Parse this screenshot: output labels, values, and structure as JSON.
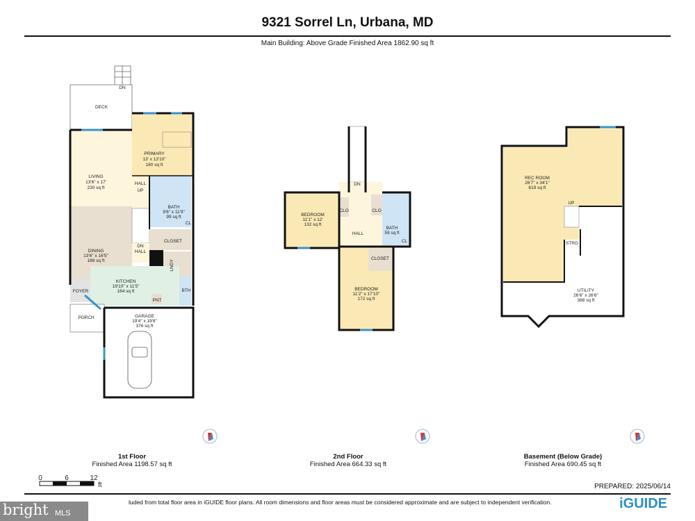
{
  "header": {
    "title": "9321 Sorrel Ln, Urbana, MD",
    "subtitle": "Main Building: Above Grade Finished Area 1862.90 sq ft"
  },
  "floors": [
    {
      "name": "1st Floor",
      "area": "Finished Area 1198.57 sq ft",
      "rooms": [
        {
          "name": "DECK"
        },
        {
          "name": "DN"
        },
        {
          "name": "PRIMARY",
          "dims": "13' x 13'10\"",
          "area": "180 sq ft"
        },
        {
          "name": "LIVING",
          "dims": "13'6\" x 17'",
          "area": "230 sq ft"
        },
        {
          "name": "HALL"
        },
        {
          "name": "UP"
        },
        {
          "name": "BATH",
          "dims": "9'6\" x 11'9\"",
          "area": "99 sq ft"
        },
        {
          "name": "CL"
        },
        {
          "name": "CLOSET"
        },
        {
          "name": "DN"
        },
        {
          "name": "HALL"
        },
        {
          "name": "DINING",
          "dims": "13'6\" x 16'5\"",
          "area": "188 sq ft"
        },
        {
          "name": "LNDY"
        },
        {
          "name": "KITCHEN",
          "dims": "19'10\" x 11'5\"",
          "area": "164 sq ft"
        },
        {
          "name": "BTH"
        },
        {
          "name": "FOYER"
        },
        {
          "name": "PNT"
        },
        {
          "name": "PORCH"
        },
        {
          "name": "GARAGE",
          "dims": "19'4\" x 19'8\"",
          "area": "376 sq ft"
        }
      ]
    },
    {
      "name": "2nd Floor",
      "area": "Finished Area 664.33 sq ft",
      "rooms": [
        {
          "name": "DN"
        },
        {
          "name": "BEDROOM",
          "dims": "11'1\" x 12'",
          "area": "132 sq ft"
        },
        {
          "name": "CLO"
        },
        {
          "name": "CLO"
        },
        {
          "name": "HALL"
        },
        {
          "name": "BATH",
          "dims": "",
          "area": "59 sq ft"
        },
        {
          "name": "CL"
        },
        {
          "name": "CLOSET"
        },
        {
          "name": "BEDROOM",
          "dims": "11'2\" x 17'10\"",
          "area": "172 sq ft"
        }
      ]
    },
    {
      "name": "Basement (Below Grade)",
      "area": "Finished Area 690.45 sq ft",
      "rooms": [
        {
          "name": "REC ROOM",
          "dims": "26'7\" x 34'1\"",
          "area": "619 sq ft"
        },
        {
          "name": "UP"
        },
        {
          "name": "STRG"
        },
        {
          "name": "UTILITY",
          "dims": "26'6\" x 26'6\"",
          "area": "388 sq ft"
        }
      ]
    }
  ],
  "scale": {
    "ticks": [
      "0",
      "6",
      "12"
    ],
    "unit": "ft"
  },
  "footer": {
    "prepared": "PREPARED: 2025/06/14",
    "disclaimer": "luded from total floor area in iGUIDE floor plans. All room dimensions and floor areas must be considered approximate and are subject to independent verification.",
    "brand": "iGUIDE",
    "watermark": "bright MLS"
  },
  "colors": {
    "bedroom": "#fbe9b5",
    "living": "#fdf5dc",
    "dining": "#e8dfd0",
    "bath": "#cfe4f5",
    "kitchen": "#e0f0e4",
    "foyer": "#e3e3e3",
    "window": "#3a93c8",
    "brand": "#2a8fc4"
  }
}
